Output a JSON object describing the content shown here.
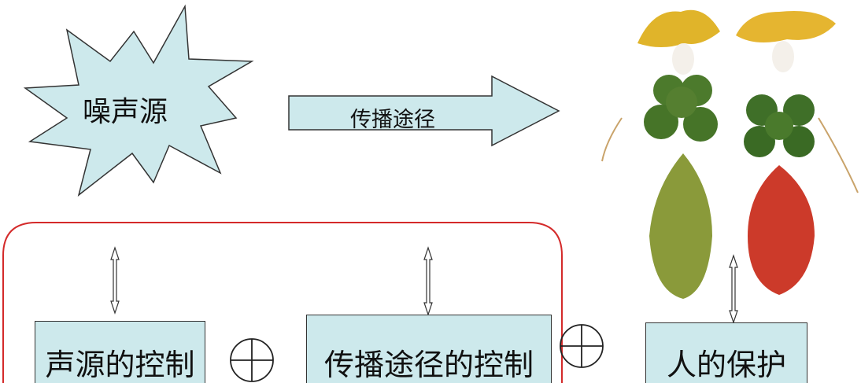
{
  "source": {
    "label": "噪声源"
  },
  "path_arrow": {
    "label": "传播途径"
  },
  "controls": [
    {
      "label": "声源的控制"
    },
    {
      "label": "传播途径的控制"
    },
    {
      "label": "人的保护"
    }
  ],
  "colors": {
    "shape_fill": "#cde9ec",
    "outline": "#333333",
    "group_border": "#d42a2a"
  }
}
